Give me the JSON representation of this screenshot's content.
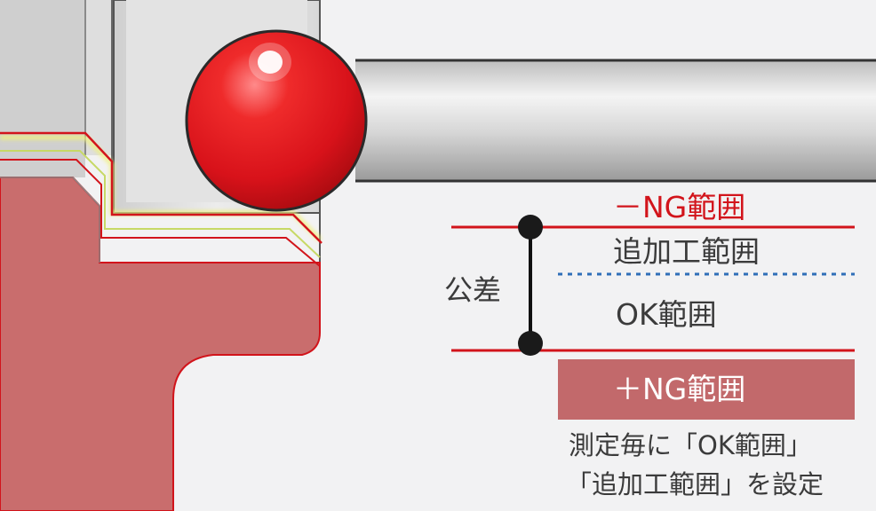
{
  "labels": {
    "minus_ng": "－NG範囲",
    "additional": "追加工範囲",
    "tolerance": "公差",
    "ok": "OK範囲",
    "plus_ng": "＋NG範囲",
    "note_line1": "測定毎に「OK範囲」",
    "note_line2": "「追加工範囲」を設定"
  },
  "colors": {
    "background": "#f2f2f3",
    "ng_red": "#d2141b",
    "workpiece": "#c96d6d",
    "plus_ng_box": "#c2696b",
    "dotted_blue": "#2f6fb8",
    "text": "#3b3b3b",
    "ball": "#e3131b"
  },
  "icons": {
    "probe": "probe-ball-icon"
  }
}
